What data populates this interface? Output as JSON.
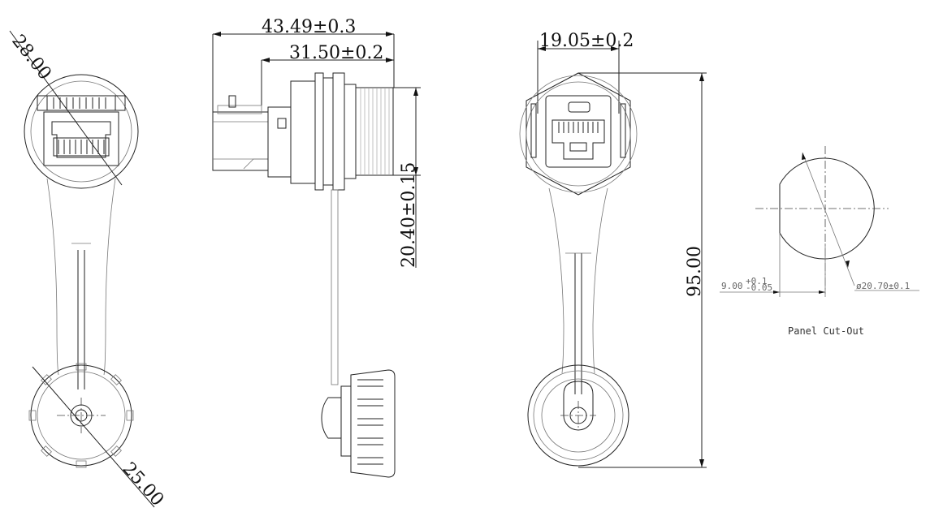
{
  "dimensions": {
    "front_diameter": "28.00",
    "cap_diameter": "25.00",
    "overall_length": "43.49±0.3",
    "thread_length": "31.50±0.2",
    "thread_diameter": "20.40±0.15",
    "flat_width": "19.05±0.2",
    "total_height": "95.00"
  },
  "cutout": {
    "flat_dim_main": "9.00",
    "flat_tol_upper": "+0.1",
    "flat_tol_lower": "-0.05",
    "diameter_label": "ø20.70±0.1",
    "caption": "Panel Cut-Out"
  }
}
